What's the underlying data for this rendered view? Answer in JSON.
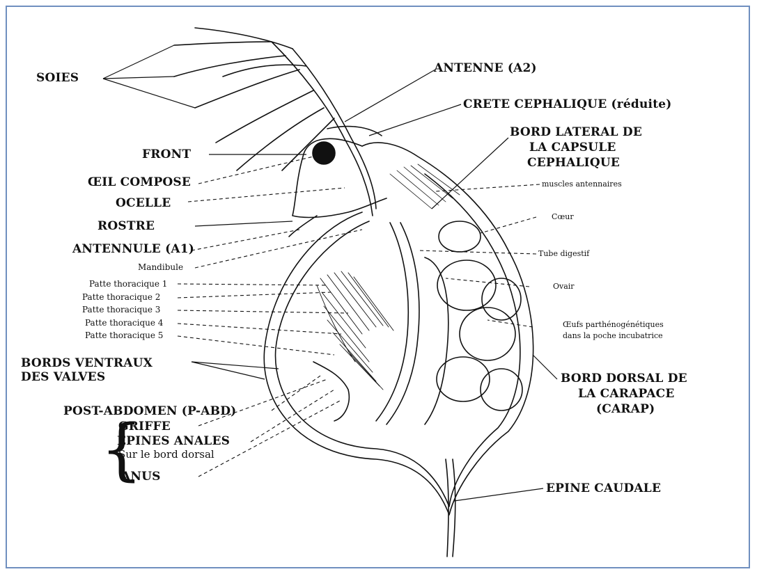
{
  "colors": {
    "frame": "#6f8fbf",
    "ink": "#111111",
    "background": "#ffffff"
  },
  "labels": {
    "soies": "SOIES",
    "antenne_a2": "ANTENNE (A2)",
    "crete_cephalique": "CRETE CEPHALIQUE (réduite)",
    "bord_lateral_1": "BORD LATERAL DE",
    "bord_lateral_2": "LA CAPSULE",
    "bord_lateral_3": "CEPHALIQUE",
    "front": "FRONT",
    "oeil_compose": "ŒIL COMPOSE",
    "ocelle": "OCELLE",
    "rostre": "ROSTRE",
    "antennule_a1": "ANTENNULE (A1)",
    "mandibule": "Mandibule",
    "patte_1": "Patte thoracique 1",
    "patte_2": "Patte thoracique 2",
    "patte_3": "Patte thoracique 3",
    "patte_4": "Patte thoracique 4",
    "patte_5": "Patte thoracique 5",
    "muscles_antennaires": "muscles antennaires",
    "coeur": "Cœur",
    "tube_digestif": "Tube digestif",
    "ovair": "Ovair",
    "oeufs_1": "Œufs parthénogénétiques",
    "oeufs_2": "dans la poche incubatrice",
    "bords_ventraux_1": "BORDS VENTRAUX",
    "bords_ventraux_2": "DES VALVES",
    "bord_dorsal_1": "BORD DORSAL DE",
    "bord_dorsal_2": "LA CARAPACE",
    "bord_dorsal_3": "(CARAP)",
    "post_abdomen": "POST-ABDOMEN (P-ABD)",
    "griffe": "GRIFFE",
    "epines_anales": "EPINES ANALES",
    "sur_le_bord": "Sur le bord dorsal",
    "anus": "ANUS",
    "epine_caudale": "EPINE CAUDALE"
  }
}
